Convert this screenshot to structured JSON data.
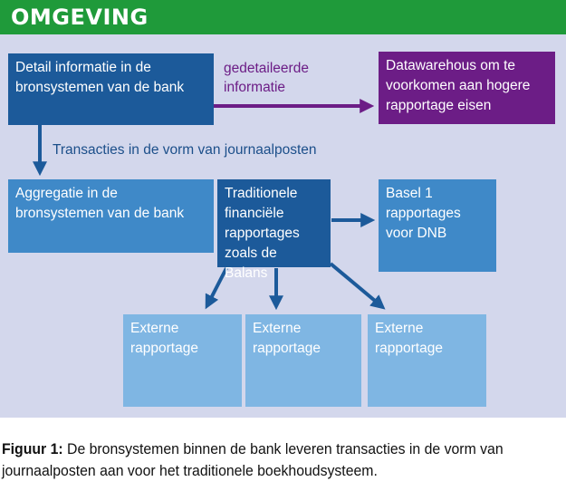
{
  "header": {
    "title": "OMGEVING"
  },
  "boxes": {
    "detail": "Detail informatie in de\nbronsystemen van de bank",
    "datawarehouse": "Datawarehous om te\nvoorkomen aan hogere\nrapportage eisen",
    "aggregatie": "Aggregatie in de\nbronsystemen van de bank",
    "traditionele": "Traditionele\nfinanciële\nrapportages\nzoals de Balans",
    "basel": "Basel 1\nrapportages\nvoor DNB",
    "extern1": "Externe\nrapportage",
    "extern2": "Externe\nrapportage",
    "extern3": "Externe\nrapportage"
  },
  "labels": {
    "gedetailleerde": "gedetaileerde\ninformatie",
    "transacties": "Transacties in de vorm van journaalposten"
  },
  "caption": {
    "bold": "Figuur 1:",
    "text": " De bronsystemen binnen de bank leveren transacties in de vorm van journaalposten aan voor het traditionele boekhoudsysteem."
  },
  "colors": {
    "header": "#1f9a3a",
    "panel": "#d3d7ec",
    "dark_blue": "#1c5a9a",
    "mid_blue": "#3f89c8",
    "light_blue": "#7fb6e3",
    "purple": "#6c1d86"
  }
}
